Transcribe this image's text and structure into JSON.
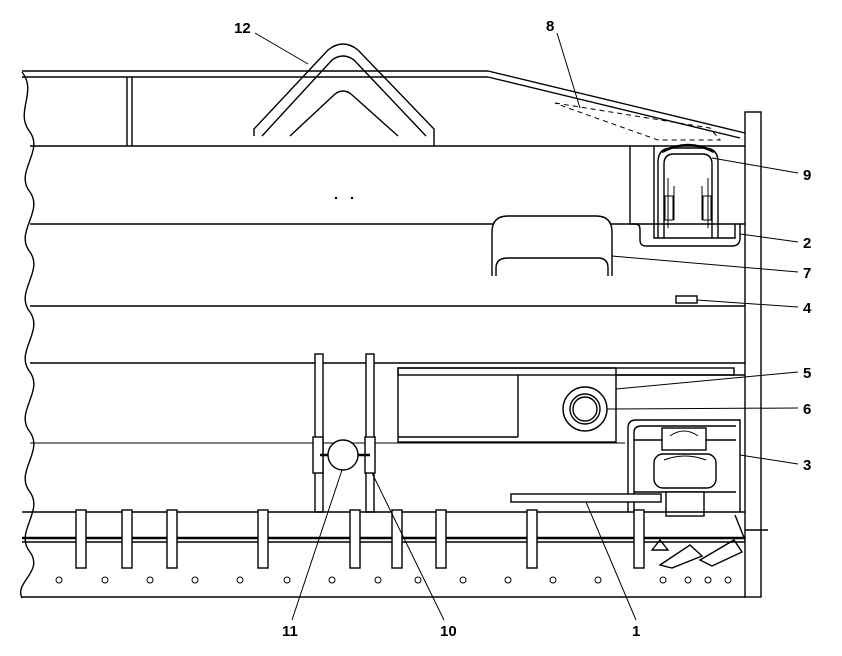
{
  "diagram": {
    "callouts": [
      {
        "id": "c1",
        "text": "1"
      },
      {
        "id": "c2",
        "text": "2"
      },
      {
        "id": "c3",
        "text": "3"
      },
      {
        "id": "c4",
        "text": "4"
      },
      {
        "id": "c5",
        "text": "5"
      },
      {
        "id": "c6",
        "text": "6"
      },
      {
        "id": "c7",
        "text": "7"
      },
      {
        "id": "c8",
        "text": "8"
      },
      {
        "id": "c9",
        "text": "9"
      },
      {
        "id": "c10",
        "text": "10"
      },
      {
        "id": "c11",
        "text": "11"
      },
      {
        "id": "c12",
        "text": "12"
      }
    ]
  }
}
